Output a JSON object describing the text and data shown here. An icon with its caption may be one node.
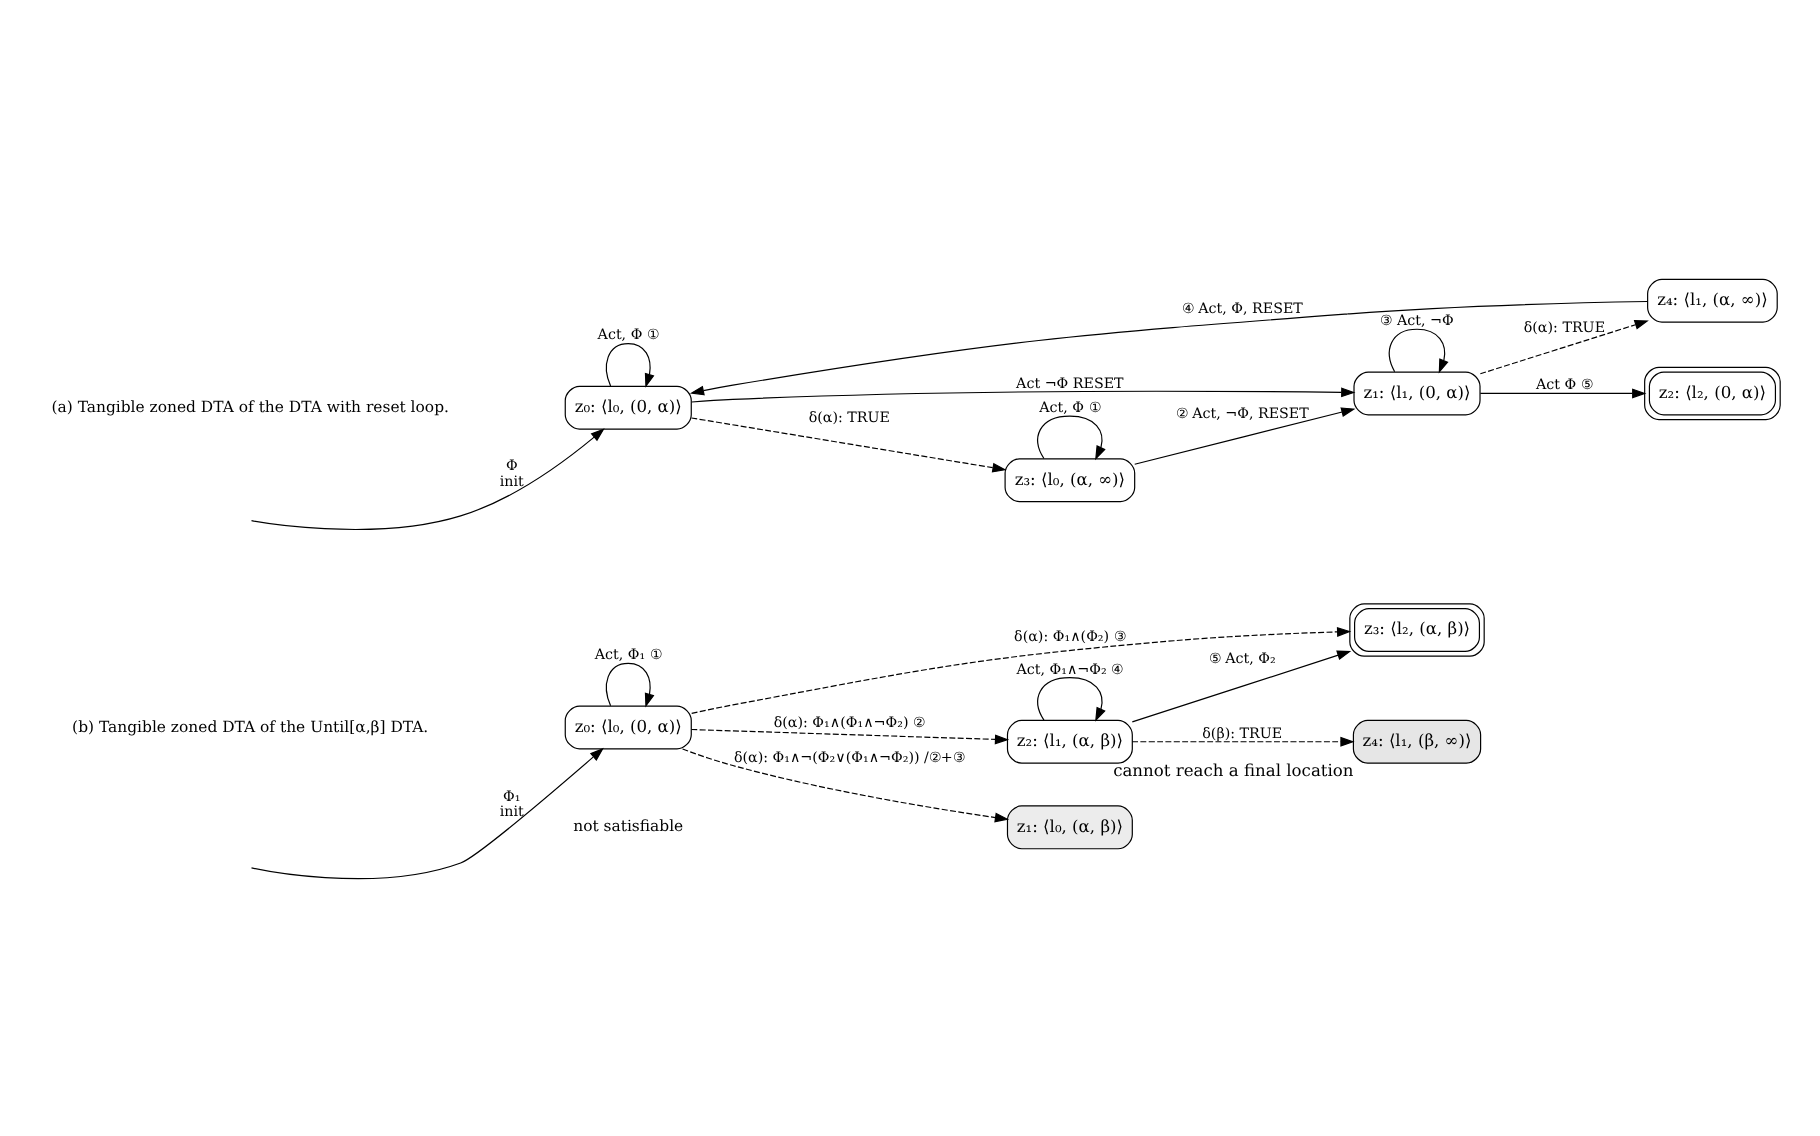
{
  "diagram": {
    "nodes": [
      {
        "text": [
          "z₀: ⟨l₀, (0, α)⟩"
        ]
      },
      {
        "text": [
          "z₃: ⟨l₀, (α, ∞)⟩"
        ]
      },
      {
        "text": [
          "z₂: ⟨l₂, (0, α)⟩"
        ]
      },
      {
        "text": [
          "z₁: ⟨l₁, (0, α)⟩"
        ]
      },
      {
        "text": [
          "z₄: ⟨l₁, (α, ∞)⟩"
        ]
      },
      {
        "text": [
          "z₀: ⟨l₀, (0, α)⟩"
        ]
      },
      {
        "text": [
          "z₁: ⟨l₀, (α, β)⟩"
        ]
      },
      {
        "text": [
          "z₂: ⟨l₁, (α, β)⟩"
        ]
      },
      {
        "text": [
          "z₄: ⟨l₁, (β, ∞)⟩"
        ],
        "beside": [
          "cannot reach a final location"
        ]
      },
      {
        "text": [
          "z₃: ⟨l₂, (α, β)⟩"
        ]
      }
    ],
    "edges": [
      {
        "from": null,
        "to": 0,
        "arrow": "to",
        "label": "Φ init"
      },
      {
        "from": 0,
        "to": 0,
        "arrow": "to",
        "label": "Act, Φ ①"
      },
      {
        "from": 0,
        "to": 1,
        "arrow": "to",
        "label": "δ(α): TRUE",
        "style": "dashed"
      },
      {
        "from": 1,
        "to": 1,
        "arrow": "to",
        "label": "Act, Φ ①"
      },
      {
        "from": 0,
        "to": 3,
        "arrow": "to",
        "label": "Act ¬Φ RESET"
      },
      {
        "from": 3,
        "to": 3,
        "arrow": "to",
        "label": "③ Act, ¬Φ"
      },
      {
        "from": 3,
        "to": 2,
        "arrow": "to",
        "label": "Act Φ ⑤"
      },
      {
        "from": 3,
        "to": 4,
        "arrow": "to",
        "label": "δ(α): TRUE",
        "style": "dashed"
      },
      {
        "from": 4,
        "to": 0,
        "arrow": "to",
        "label": "④ Act, Φ, RESET"
      },
      {
        "from": 1,
        "to": 3,
        "arrow": "to",
        "label": "② Act, ¬Φ, RESET"
      },
      {
        "from": null,
        "to": 5,
        "arrow": "to",
        "label": "Φ₁ init"
      },
      {
        "from": 5,
        "to": 5,
        "arrow": "to",
        "label": "Act, Φ₁ ①"
      },
      {
        "from": 5,
        "to": 6,
        "arrow": "to",
        "label": "δ(α): Φ₁∧¬(Φ₂∨(Φ₁∧¬Φ₂)) /②+③",
        "style": "dashed"
      },
      {
        "from": 5,
        "to": 7,
        "arrow": "to",
        "label": "δ(α): Φ₁∧(Φ₁∧¬Φ₂) ②",
        "style": "dashed"
      },
      {
        "from": 5,
        "to": 9,
        "arrow": "to",
        "label": "δ(α): Φ₁∧(Φ₂) ③",
        "style": "dashed"
      },
      {
        "from": 7,
        "to": 7,
        "arrow": "to",
        "label": "Act, Φ₁∧¬Φ₂ ④"
      },
      {
        "from": 7,
        "to": 9,
        "arrow": "to",
        "label": "⑤ Act, Φ₂"
      },
      {
        "from": 7,
        "to": 8,
        "arrow": "to",
        "label": "δ(β): TRUE",
        "style": "dashed"
      }
    ],
    "labels": [
      "(a) Tangible zoned DTA of the DTA with reset loop.",
      "(b) Tangible zoned DTA of the Until[α,β] DTA.",
      "not satisfiable"
    ]
  }
}
